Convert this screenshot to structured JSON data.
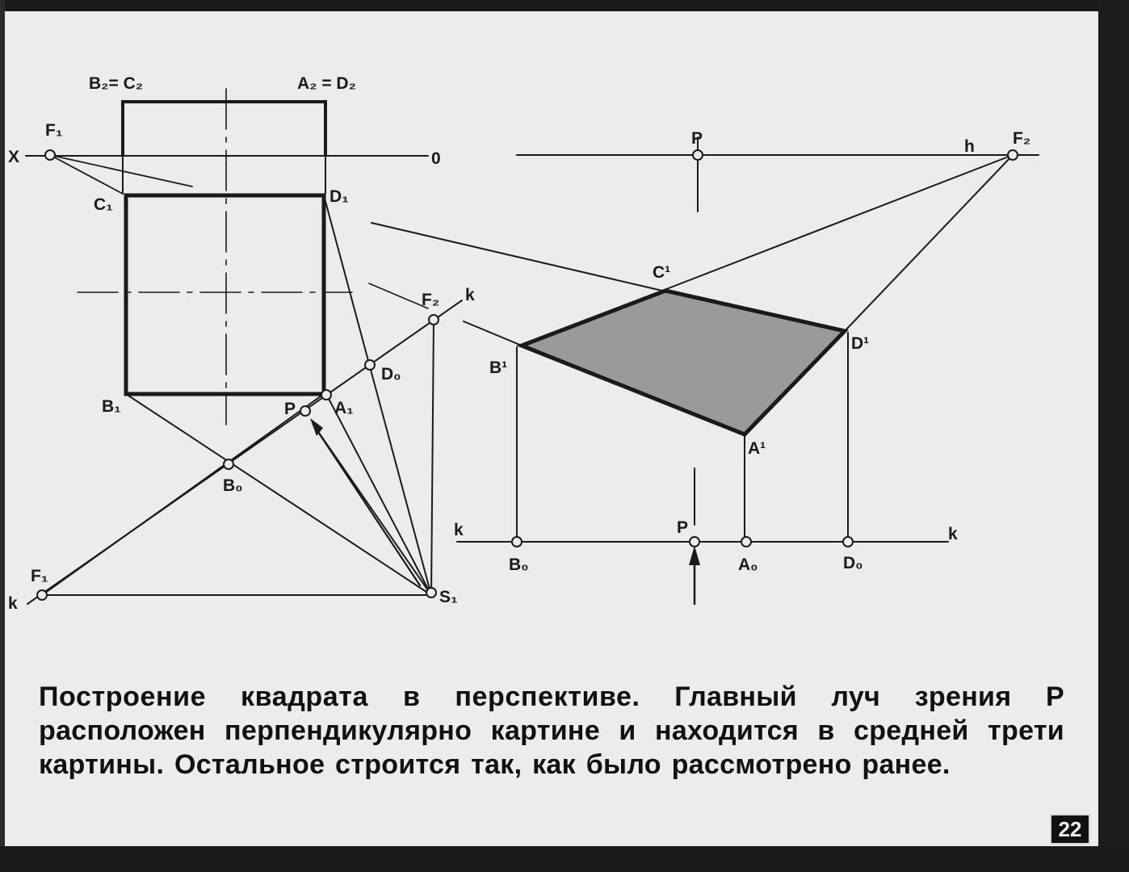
{
  "title": "Построение квадрата в перспективе.",
  "description": "Главный луч зрения P расположен перпендикулярно картине и находится в средней трети картины. Остальное строится так, как было рассмотрено ранее.",
  "slide_number": "22",
  "colors": {
    "paper": "#ececea",
    "ink": "#1a1a1a",
    "square_fill": "#9a9a9a"
  },
  "labels": {
    "b2c2": "B₂= C₂",
    "a2d2": "A₂ = D₂",
    "f1_top": "F₁",
    "x_axis": "X",
    "zero": "0",
    "c1": "C₁",
    "d1": "D₁",
    "b1": "B₁",
    "a1": "A₁",
    "p_left": "P",
    "d0_left": "D₀",
    "b0_left": "B₀",
    "f2_left": "F₂",
    "k_left_top": "k",
    "f1_bottom": "F₁",
    "k_left_bottom": "k",
    "s1": "S₁",
    "p_top": "P",
    "h": "h",
    "f2_right": "F₂",
    "c_prime": "C¹",
    "b_prime": "B¹",
    "d_prime": "D¹",
    "a_prime": "A¹",
    "k_right_left": "k",
    "k_right_right": "k",
    "p_bottom": "P",
    "b0_right": "B₀",
    "a0_right": "A₀",
    "d0_right": "D₀"
  }
}
